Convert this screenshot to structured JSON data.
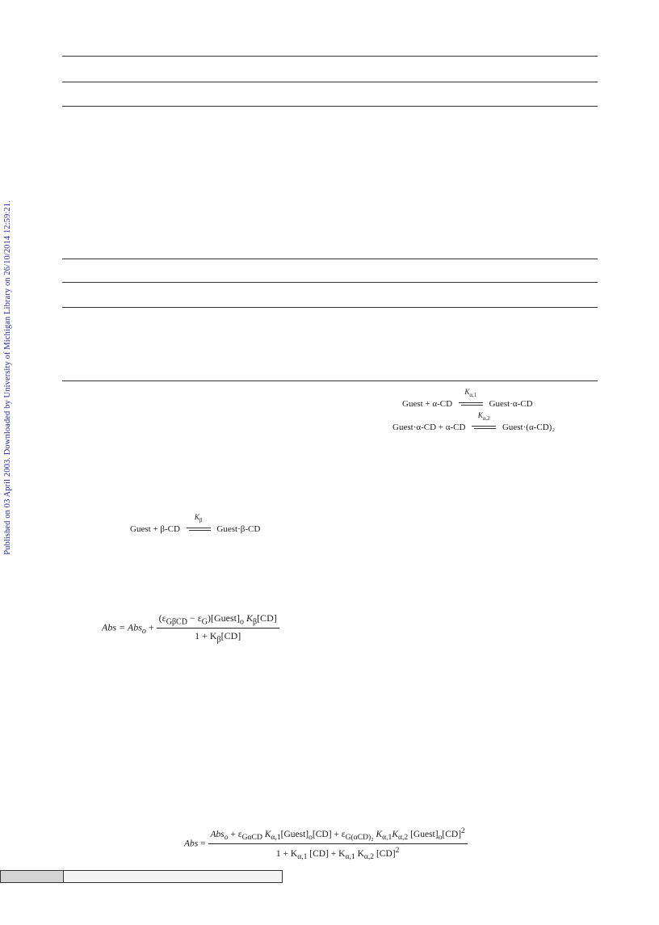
{
  "sidebar": {
    "text": "Published on 03 April 2003. Downloaded by University of Michigan Library on 26/10/2014 12:59:21."
  },
  "equations": {
    "alpha1": {
      "left": "Guest  +  α-CD",
      "k_symbol": "K",
      "k_sub": "α,1",
      "right": "Guest·α-CD"
    },
    "alpha2": {
      "left": "Guest·α-CD  +  α-CD",
      "k_symbol": "K",
      "k_sub": "α,2",
      "right": "Guest·(α-CD)₂"
    },
    "beta": {
      "left": "Guest  +  β-CD",
      "k_symbol": "K",
      "k_sub": "β",
      "right": "Guest·β-CD"
    },
    "abs_beta": {
      "lhs": "Abs = Abs",
      "lhs_sub": "o",
      "plus": "+",
      "numerator": "(ε",
      "num_sub1": "GβCD",
      "num_part2": " − ε",
      "num_sub2": "G",
      "num_part3": ")[Guest]",
      "num_sub3": "o",
      "num_part4": " K",
      "num_sub4": "β",
      "num_part5": "[CD]",
      "denominator": "1 +  K",
      "den_sub": "β",
      "den_part2": "[CD]"
    },
    "abs_alpha": {
      "lhs": "Abs",
      "eq": "=",
      "n1": "Abs",
      "n1_sub": "o",
      "n2": " + ε",
      "n2_sub": "GαCD",
      "n3": " K",
      "n3_sub": "α,1",
      "n4": "[Guest]",
      "n4_sub": "o",
      "n5": "[CD] + ε",
      "n5_sub": "G(αCD)₂",
      "n6": " K",
      "n6_sub": "α,1",
      "n7": "K",
      "n7_sub": "α,2",
      "n8": " [Guest]",
      "n8_sub": "o",
      "n9": "[CD]",
      "n9_sup": "2",
      "d1": "1 + K",
      "d1_sub": "α,1",
      "d2": " [CD] + K",
      "d2_sub": "α,1",
      "d3": " K",
      "d3_sub": "α,2",
      "d4": " [CD]",
      "d4_sup": "2"
    }
  }
}
